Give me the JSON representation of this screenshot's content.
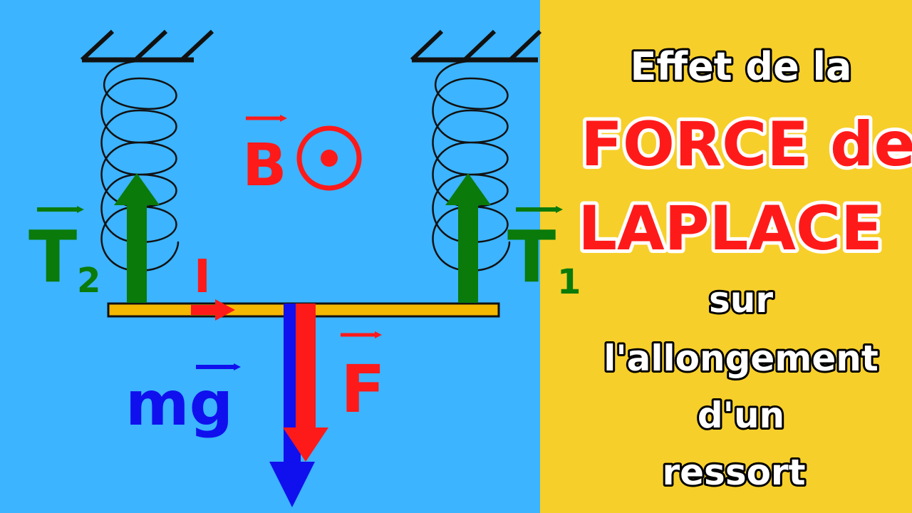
{
  "colors": {
    "diagram_background": "#3cb4ff",
    "title_background": "#f7cf2a",
    "green": "#0a7a0a",
    "red": "#ff1a1a",
    "blue": "#1010ee",
    "rod": "#f5b800",
    "black": "#111111",
    "white": "#ffffff"
  },
  "labels": {
    "B": "B",
    "T2": "T",
    "T2_sub": "2",
    "T1": "T",
    "T1_sub": "1",
    "I": "I",
    "F": "F",
    "mg": "mg"
  },
  "icons": {
    "magnetic_field": "field-out-of-page-icon"
  },
  "title": {
    "line1": "Effet de la",
    "line2": "FORCE de",
    "line3": "LAPLACE",
    "line4": "sur",
    "line5": "l'allongement",
    "line6": "d'un",
    "line7": "ressort"
  }
}
